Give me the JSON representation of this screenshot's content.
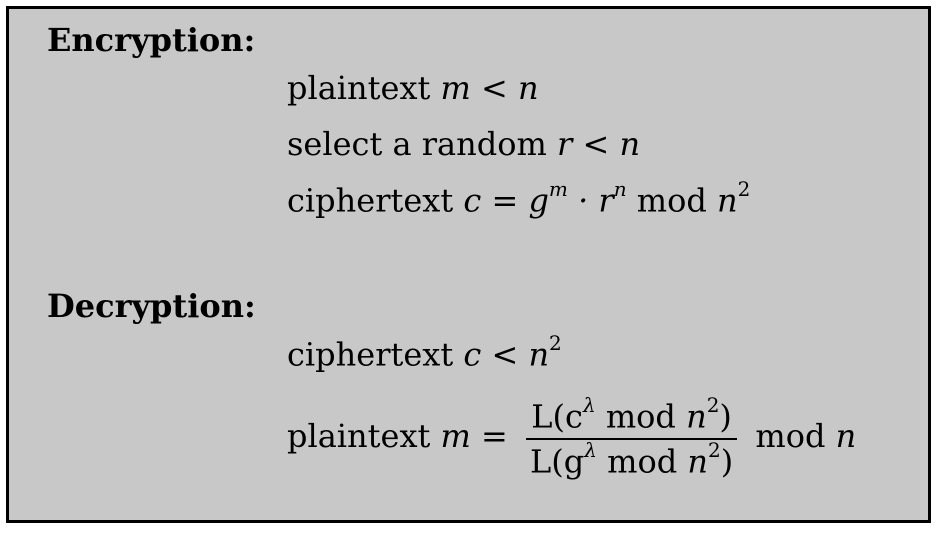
{
  "encryption": {
    "heading": "Encryption:",
    "l1_text": "plaintext ",
    "l1_math": "m < n",
    "l2_text": "select a random ",
    "l2_math": "r < n",
    "l3_text": "ciphertext ",
    "l3_c": "c = g",
    "l3_sup1": "m",
    "l3_mid": " · r",
    "l3_sup2": "n",
    "l3_mod": " mod ",
    "l3_n": "n",
    "l3_sup3": "2"
  },
  "decryption": {
    "heading": "Decryption:",
    "l1_text": "ciphertext ",
    "l1_math": "c < n",
    "l1_sup": "2",
    "l2_text": "plaintext ",
    "l2_math": "m =",
    "num": "L(c",
    "num_sup1": "λ",
    "num_mod": " mod ",
    "num_n": "n",
    "num_sup2": "2",
    "num_end": ")",
    "den": "L(g",
    "den_sup1": "λ",
    "den_mod": " mod ",
    "den_n": "n",
    "den_sup2": "2",
    "den_end": ")",
    "tail_mod": "mod ",
    "tail_n": "n"
  },
  "colors": {
    "panel": "#c8c8c8",
    "border": "#000000"
  }
}
